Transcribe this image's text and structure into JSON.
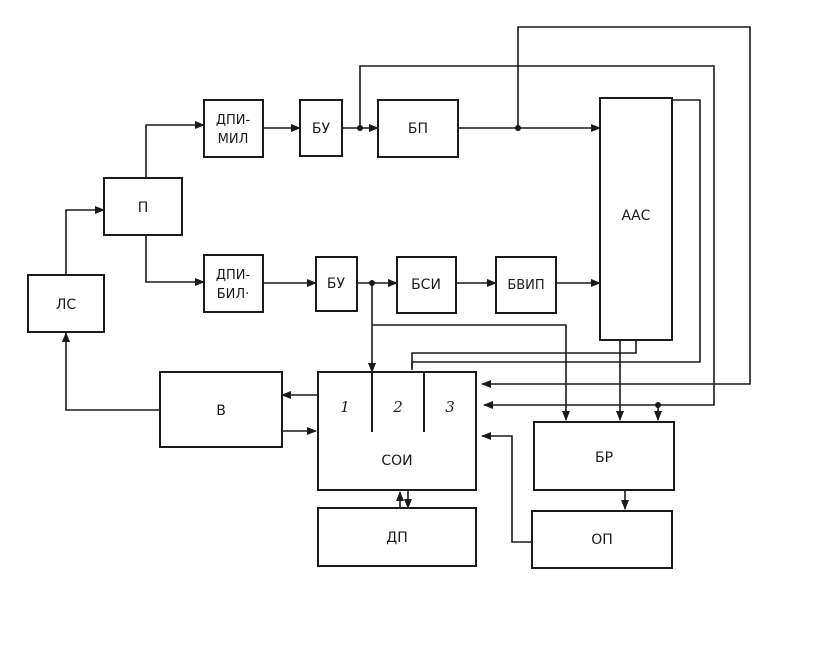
{
  "blocks": {
    "ls": "ЛС",
    "p": "П",
    "dpi_mil_line1": "ДПИ-",
    "dpi_mil_line2": "МИЛ",
    "bu_top": "БУ",
    "bp": "БП",
    "aas": "ААС",
    "dpi_bil_line1": "ДПИ-",
    "dpi_bil_line2": "БИЛ·",
    "bu_bottom": "БУ",
    "bsi": "БСИ",
    "bgil": "БВИП",
    "v": "В",
    "soi": "СОИ",
    "soi_section_1": "1",
    "soi_section_2": "2",
    "soi_section_3": "3",
    "br": "БР",
    "dp": "ДП",
    "op": "ОП"
  },
  "colors": {
    "stroke": "#1a1a1a",
    "background": "#ffffff"
  }
}
